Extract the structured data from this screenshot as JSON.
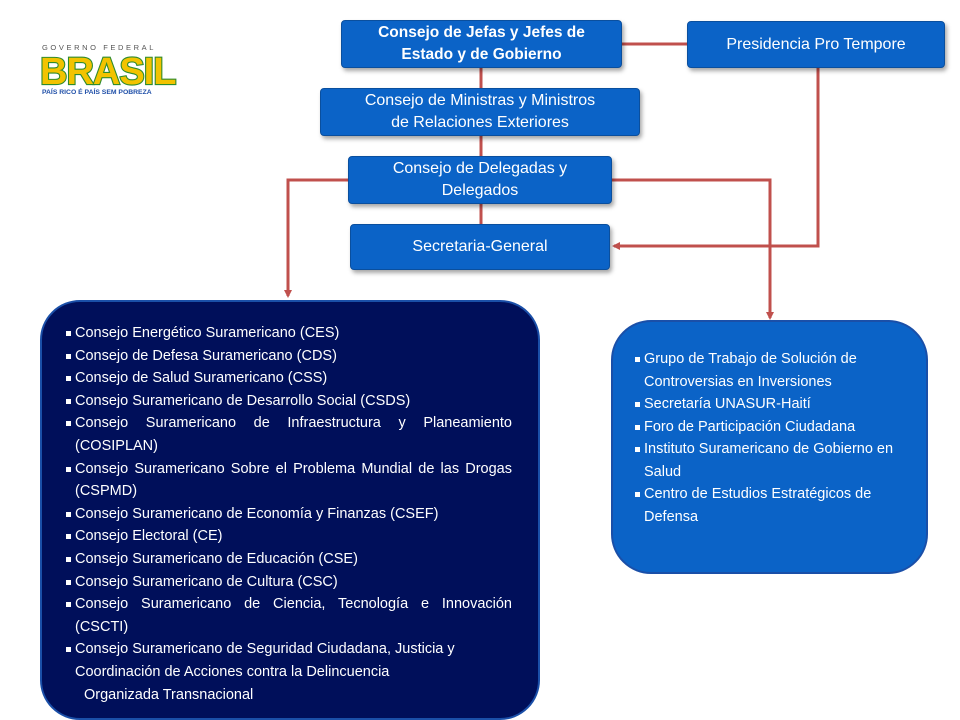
{
  "logo": {
    "top_text": "GOVERNO FEDERAL",
    "wordmark": "BRASIL",
    "tagline": "PAÍS RICO É PAÍS SEM POBREZA",
    "colors": [
      "#2e8b2e",
      "#f2c300",
      "#1f4fa8"
    ]
  },
  "boxes": {
    "heads_of_state": [
      "Consejo de Jefas y Jefes de",
      "Estado y de Gobierno"
    ],
    "presidency": "Presidencia Pro Tempore",
    "ministers": [
      "Consejo de Ministras y Ministros",
      "de Relaciones Exteriores"
    ],
    "delegates": [
      "Consejo de Delegadas y",
      "Delegados"
    ],
    "secretariat": "Secretaria-General"
  },
  "left_panel": {
    "items": [
      "Consejo Energético Suramericano (CES)",
      "Consejo de Defesa Suramericano (CDS)",
      "Consejo de Salud Suramericano (CSS)",
      "Consejo Suramericano de Desarrollo Social (CSDS)",
      "Consejo Suramericano de Infraestructura y Planeamiento (COSIPLAN)",
      "Consejo Suramericano Sobre el Problema Mundial de las Drogas (CSPMD)",
      "Consejo Suramericano de Economía y Finanzas (CSEF)",
      "Consejo Electoral (CE)",
      "Consejo Suramericano de Educación (CSE)",
      "Consejo Suramericano de Cultura (CSC)",
      "Consejo Suramericano de Ciencia, Tecnología e Innovación (CSCTI)",
      "Consejo Suramericano de Seguridad Ciudadana, Justicia y Coordinación de Acciones contra la Delincuencia"
    ],
    "last_line": "Organizada Transnacional"
  },
  "right_panel": {
    "items": [
      "Grupo de Trabajo de Solución de Controversias en Inversiones",
      "Secretaría UNASUR-Haití",
      "Foro de Participación Ciudadana",
      "Instituto Suramericano de Gobierno en Salud",
      "Centro de Estudios Estratégicos de Defensa"
    ]
  },
  "colors": {
    "box_blue": "#0b63c7",
    "panel_navy": "#000f5a",
    "connector_red": "#c0504d"
  }
}
